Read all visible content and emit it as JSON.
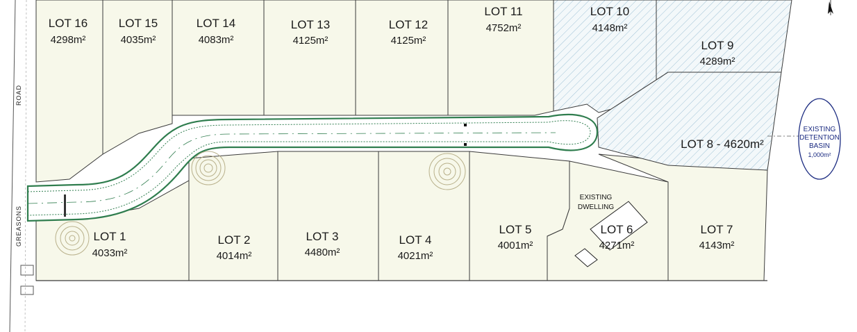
{
  "road": {
    "name_top": "ROAD",
    "name_bottom": "GREASONS"
  },
  "lots": [
    {
      "id": "lot-16",
      "label": "LOT 16",
      "area": "4298m²"
    },
    {
      "id": "lot-15",
      "label": "LOT 15",
      "area": "4035m²"
    },
    {
      "id": "lot-14",
      "label": "LOT 14",
      "area": "4083m²"
    },
    {
      "id": "lot-13",
      "label": "LOT 13",
      "area": "4125m²"
    },
    {
      "id": "lot-12",
      "label": "LOT 12",
      "area": "4125m²"
    },
    {
      "id": "lot-11",
      "label": "LOT 11",
      "area": "4752m²"
    },
    {
      "id": "lot-10",
      "label": "LOT 10",
      "area": "4148m²"
    },
    {
      "id": "lot-9",
      "label": "LOT 9",
      "area": "4289m²"
    },
    {
      "id": "lot-8",
      "label": "LOT 8 - 4620m²",
      "area": ""
    },
    {
      "id": "lot-7",
      "label": "LOT 7",
      "area": "4143m²"
    },
    {
      "id": "lot-6",
      "label": "LOT 6",
      "area": "4271m²"
    },
    {
      "id": "lot-5",
      "label": "LOT 5",
      "area": "4001m²"
    },
    {
      "id": "lot-4",
      "label": "LOT 4",
      "area": "4021m²"
    },
    {
      "id": "lot-3",
      "label": "LOT 3",
      "area": "4480m²"
    },
    {
      "id": "lot-2",
      "label": "LOT 2",
      "area": "4014m²"
    },
    {
      "id": "lot-1",
      "label": "LOT 1",
      "area": "4033m²"
    }
  ],
  "existing_dwelling": {
    "line1": "EXISTING",
    "line2": "DWELLING"
  },
  "basin": {
    "line1": "EXISTING",
    "line2": "DETENTION",
    "line3": "BASIN",
    "area": "1,000m²"
  },
  "colors": {
    "lot_fill": "#f7f8ea",
    "hatch": "#9fc2d6",
    "road_green": "#2f7d4e",
    "line": "#3a3a3a",
    "basin_outline": "#1a2a80"
  }
}
